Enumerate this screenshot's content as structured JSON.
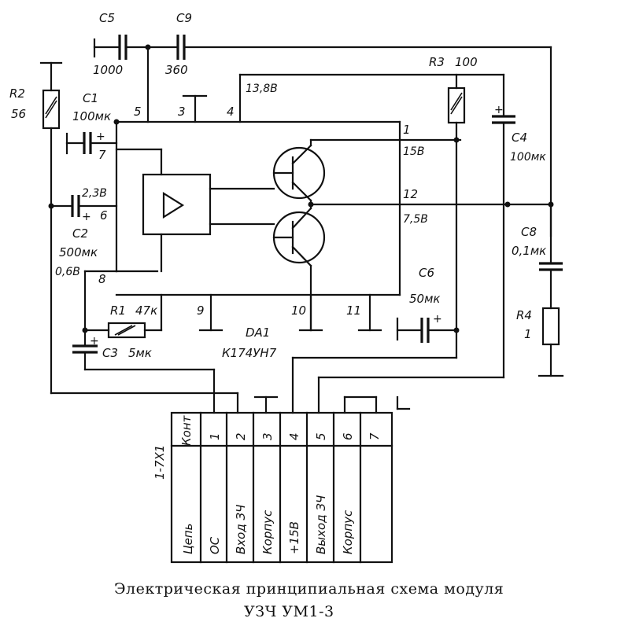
{
  "components": {
    "c5": {
      "name": "C5",
      "value": "1000"
    },
    "c9": {
      "name": "C9",
      "value": "360"
    },
    "r3": {
      "name": "R3",
      "value": "100"
    },
    "r2": {
      "name": "R2",
      "value": "56"
    },
    "c1": {
      "name": "C1",
      "value": "100мк"
    },
    "c2": {
      "name": "C2",
      "value": "500мк"
    },
    "c4": {
      "name": "C4",
      "value": "100мк"
    },
    "c8": {
      "name": "C8",
      "value": "0,1мк"
    },
    "r4": {
      "name": "R4",
      "value": "1"
    },
    "c6": {
      "name": "C6",
      "value": "50мк"
    },
    "r1": {
      "name": "R1",
      "value": "47к"
    },
    "c3": {
      "name": "C3",
      "value": "5мк"
    },
    "da1": {
      "name": "DA1",
      "type": "К174УН7"
    }
  },
  "voltages": {
    "pin4": "13,8В",
    "pin1": "15В",
    "pin12": "7,5В",
    "pin6": "2,3В",
    "pin8": "0,6В"
  },
  "pins": {
    "p1": "1",
    "p3": "3",
    "p4": "4",
    "p5": "5",
    "p6": "6",
    "p7": "7",
    "p8": "8",
    "p9": "9",
    "p10": "10",
    "p11": "11",
    "p12": "12"
  },
  "connector": {
    "label": "1-7X1",
    "header_contact": "Конт",
    "header_circuit": "Цепь",
    "contacts": [
      "1",
      "2",
      "3",
      "4",
      "5",
      "6",
      "7"
    ],
    "circuits": [
      "ОС",
      "Вход ЗЧ",
      "Корпус",
      "+15В",
      "Выход ЗЧ",
      "Корпус",
      ""
    ]
  },
  "caption": {
    "line1": "Электрическая принципиальная схема модуля",
    "line2": "УЗЧ УМ1-3"
  }
}
